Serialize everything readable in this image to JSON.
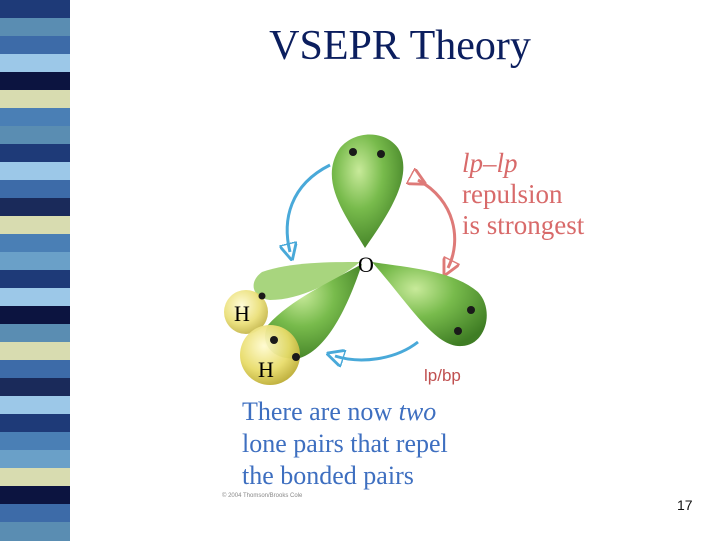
{
  "slide": {
    "title": "VSEPR Theory",
    "page_number": "17",
    "copyright": "© 2004 Thomson/Brooks Cole"
  },
  "diagram": {
    "central_atom": "O",
    "hydrogen_labels": [
      "H",
      "H"
    ],
    "lp_lp_label": {
      "line1_italic": "lp–lp",
      "line2": "repulsion",
      "line3": "is strongest"
    },
    "lp_bp_label": "lp/bp",
    "caption": {
      "line1_prefix": "There are now ",
      "line1_italic": "two",
      "line2": "lone pairs that repel",
      "line3": "the bonded pairs"
    },
    "colors": {
      "lobe_green": "#6fb348",
      "lobe_dark": "#3f7d24",
      "hydrogen_yellow": "#d8c846",
      "arrow_blue": "#49a9d9",
      "arrow_red": "#de7a78",
      "title_navy": "#0b1e5e"
    }
  },
  "decor": {
    "stripe_colors": [
      "#1e3a78",
      "#5a8db2",
      "#d8dcb0",
      "#9cc8e8",
      "#0c1440",
      "#4a7fb5",
      "#3d6ba8",
      "#1a2a5a",
      "#6aa0c8"
    ]
  }
}
